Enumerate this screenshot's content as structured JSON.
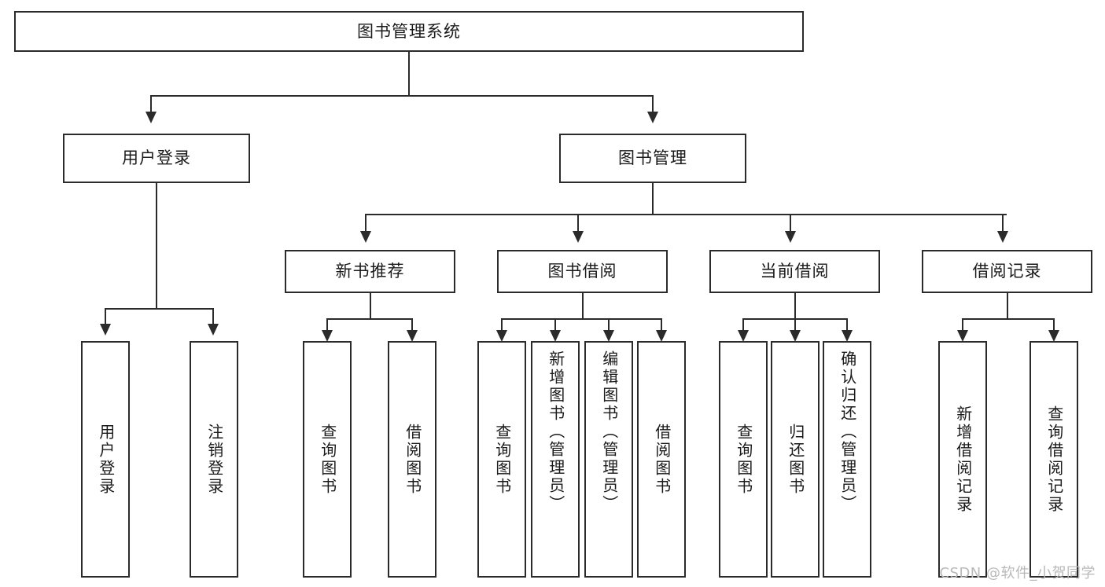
{
  "diagram": {
    "type": "tree-hierarchy-chart",
    "title": "图书管理系统",
    "watermark": "CSDN @软件_小贺同学",
    "colors": {
      "stroke": "#2b2b2b",
      "fill": "#ffffff",
      "text": "#1a1a1a",
      "watermark": "#b9b9b9"
    },
    "root": {
      "label": "图书管理系统"
    },
    "level1": [
      {
        "id": "user-login",
        "label": "用户登录"
      },
      {
        "id": "book-management",
        "label": "图书管理"
      }
    ],
    "level2": [
      {
        "id": "new-book-recommend",
        "label": "新书推荐",
        "parent": "book-management"
      },
      {
        "id": "book-borrow",
        "label": "图书借阅",
        "parent": "book-management"
      },
      {
        "id": "current-borrow",
        "label": "当前借阅",
        "parent": "book-management"
      },
      {
        "id": "borrow-record",
        "label": "借阅记录",
        "parent": "book-management"
      }
    ],
    "leaves": {
      "user-login": [
        {
          "id": "leaf-user-login",
          "label": "用户登录"
        },
        {
          "id": "leaf-logout-login",
          "label": "注销登录"
        }
      ],
      "new-book-recommend": [
        {
          "id": "leaf-query-book-1",
          "label": "查询图书"
        },
        {
          "id": "leaf-borrow-book-1",
          "label": "借阅图书"
        }
      ],
      "book-borrow": [
        {
          "id": "leaf-query-book-2",
          "label": "查询图书"
        },
        {
          "id": "leaf-add-book",
          "label": "新增图书（管理员）"
        },
        {
          "id": "leaf-edit-book",
          "label": "编辑图书（管理员）"
        },
        {
          "id": "leaf-borrow-book-2",
          "label": "借阅图书"
        }
      ],
      "current-borrow": [
        {
          "id": "leaf-query-book-3",
          "label": "查询图书"
        },
        {
          "id": "leaf-return-book",
          "label": "归还图书"
        },
        {
          "id": "leaf-confirm-return",
          "label": "确认归还（管理员）"
        }
      ],
      "borrow-record": [
        {
          "id": "leaf-add-record",
          "label": "新增借阅记录"
        },
        {
          "id": "leaf-query-record",
          "label": "查询借阅记录"
        }
      ]
    }
  }
}
